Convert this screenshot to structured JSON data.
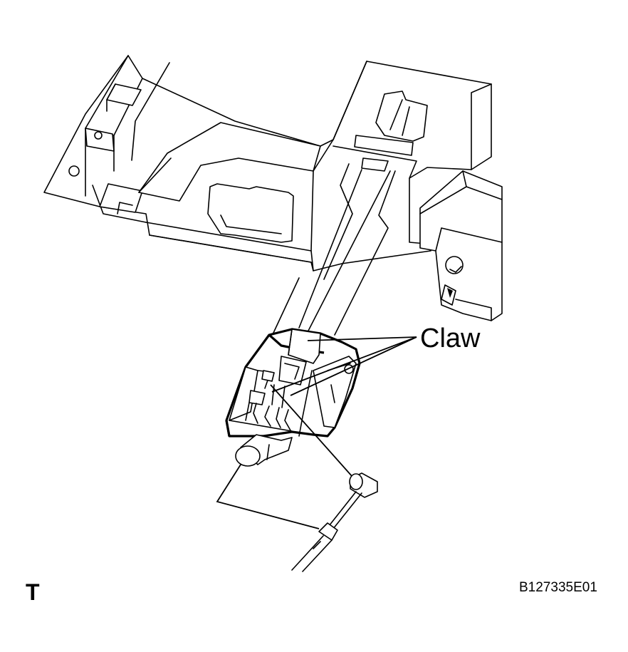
{
  "labels": {
    "claw": "Claw",
    "view_marker": "T",
    "figure_id": "B127335E01"
  }
}
